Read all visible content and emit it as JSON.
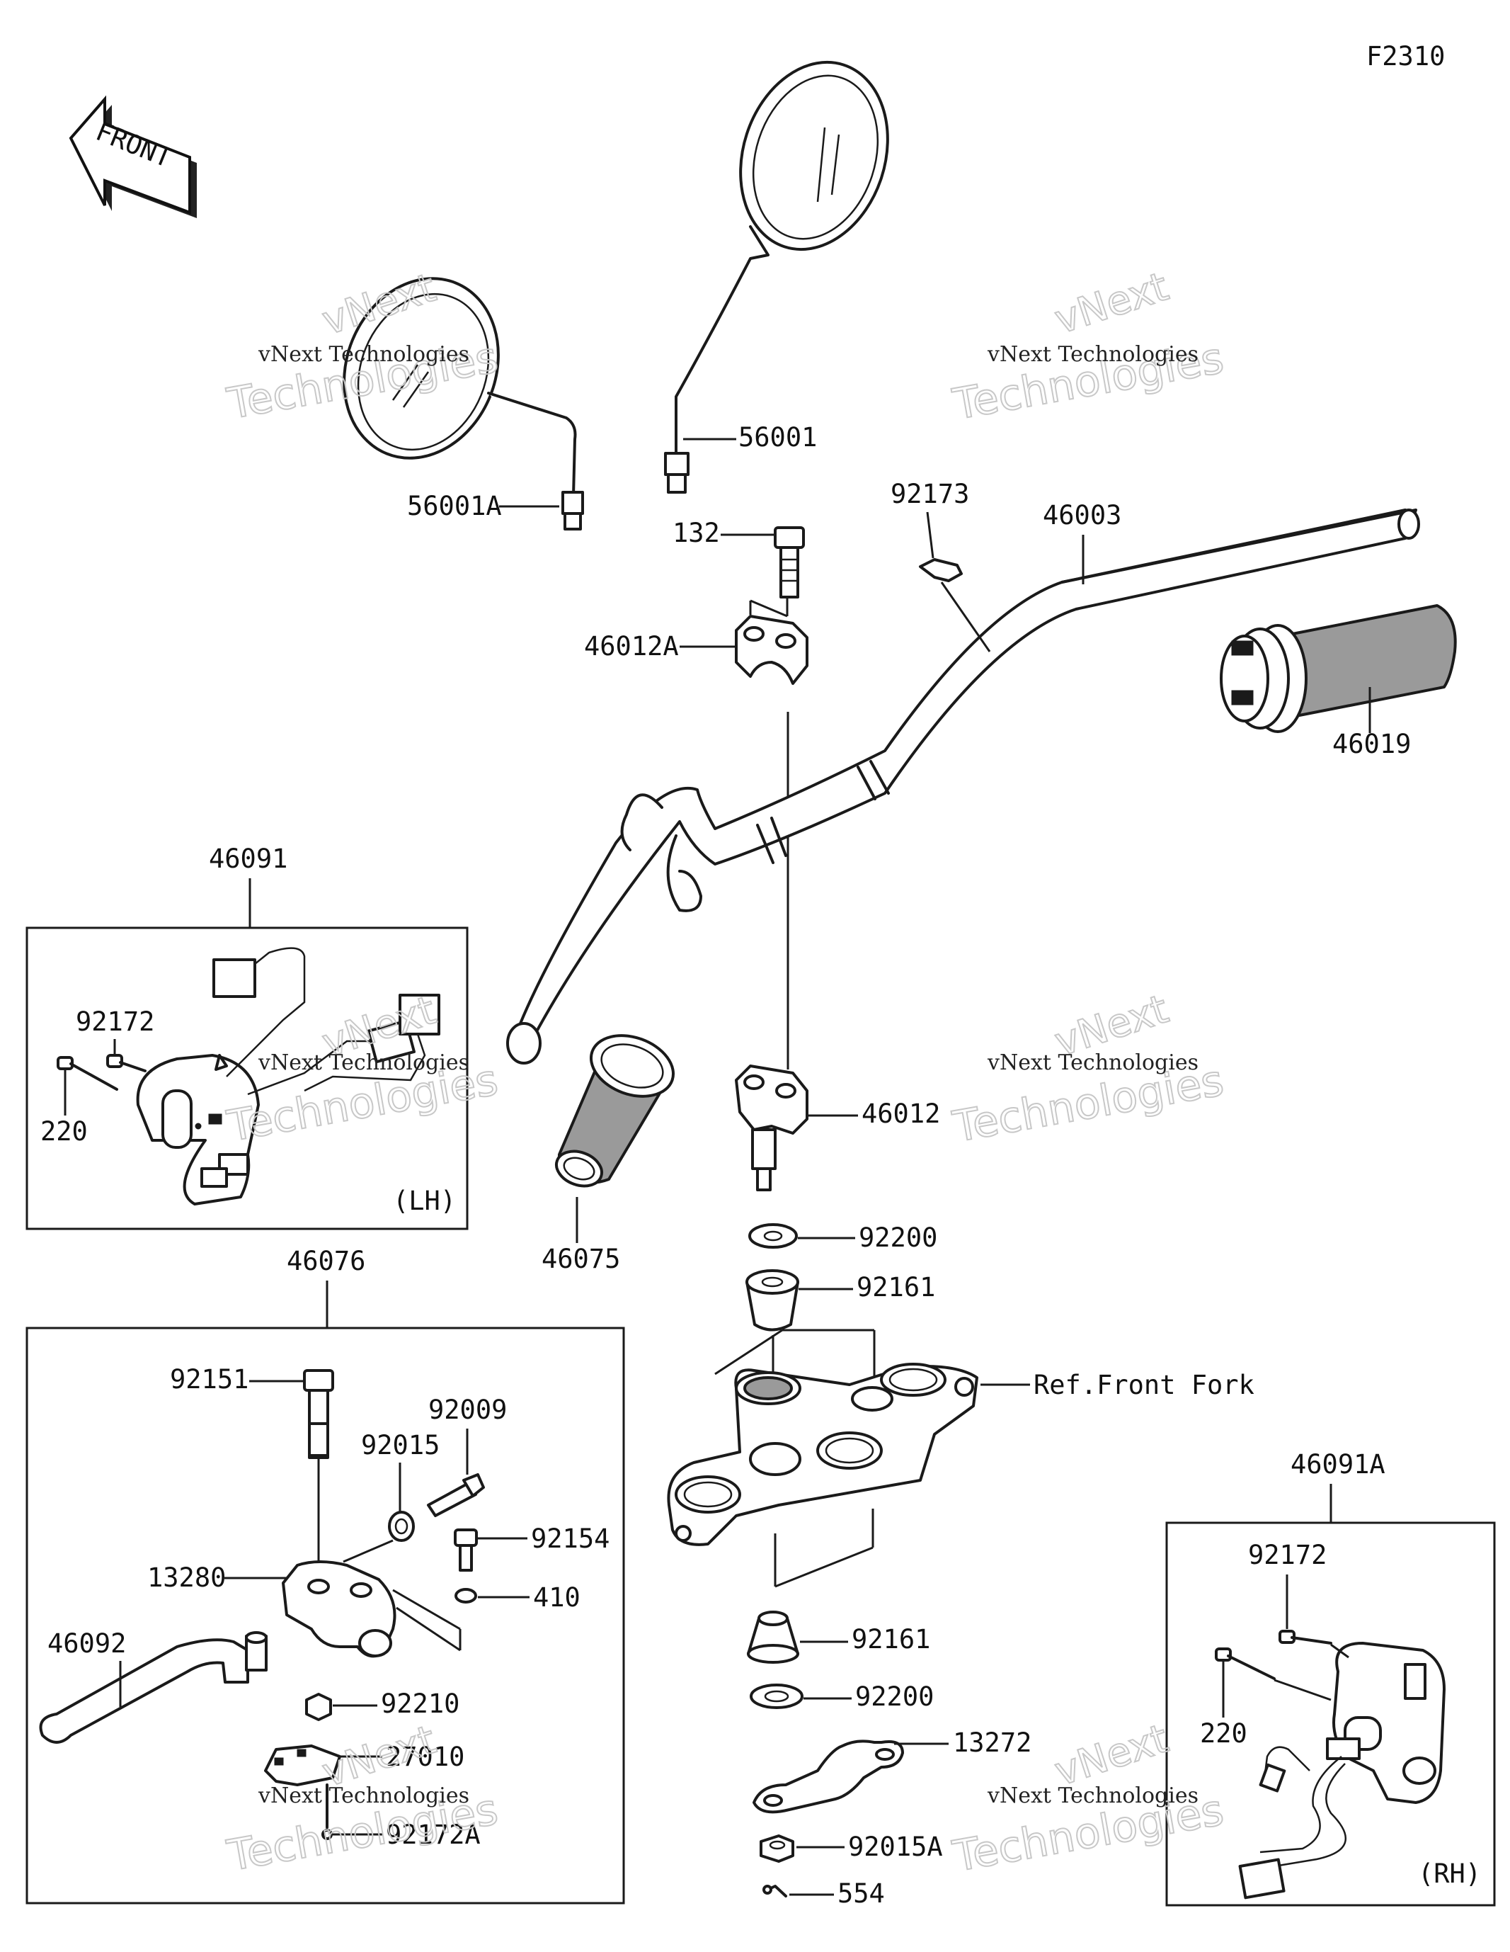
{
  "figure_code": "F2310",
  "direction_arrow": {
    "text": "FRONT",
    "icon": "front-direction-arrow-icon"
  },
  "watermark": {
    "line1": "vNext Technologies",
    "line2": "vNext",
    "line3": "Technologies"
  },
  "parts": {
    "p56001": "56001",
    "p56001A": "56001A",
    "p132": "132",
    "p92173": "92173",
    "p46003": "46003",
    "p46012A": "46012A",
    "p46019": "46019",
    "p46091": "46091",
    "p92172_lh": "92172",
    "p220_lh": "220",
    "p46075": "46075",
    "p46012": "46012",
    "p92200_top": "92200",
    "p92161_top": "92161",
    "ref_front_fork": "Ref.Front Fork",
    "p46076": "46076",
    "p92151": "92151",
    "p92009": "92009",
    "p92015": "92015",
    "p92154": "92154",
    "p13280": "13280",
    "p410": "410",
    "p46092": "46092",
    "p92210": "92210",
    "p27010": "27010",
    "p92172A": "92172A",
    "p92161_bot": "92161",
    "p92200_bot": "92200",
    "p13272": "13272",
    "p92015A": "92015A",
    "p554": "554",
    "p46091A": "46091A",
    "p92172_rh": "92172",
    "p220_rh": "220"
  },
  "boxes": {
    "lh": "(LH)",
    "rh": "(RH)"
  }
}
